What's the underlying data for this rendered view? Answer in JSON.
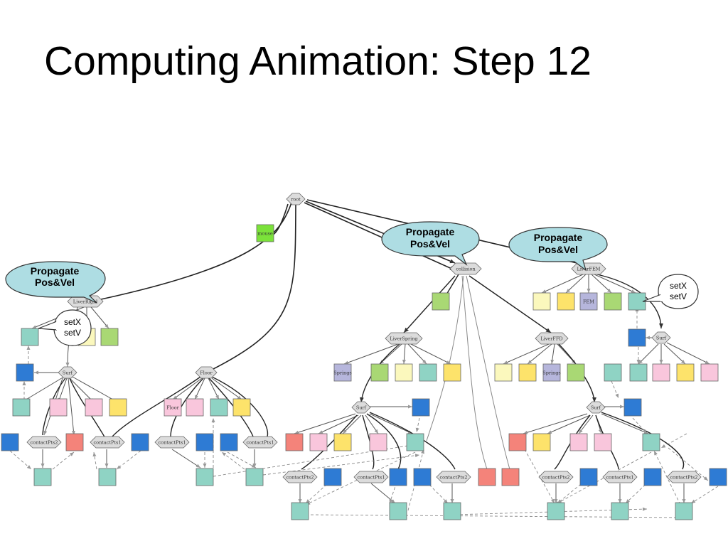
{
  "slide": {
    "title": "Computing Animation: Step 12"
  },
  "labels": {
    "root": "root",
    "mouse": "mouse",
    "liverRigid": "LiverRigid",
    "collision": "collision",
    "liverSpring": "LiverSpring",
    "liverFFD": "LiverFFD",
    "liverFEM": "LiverFEM",
    "floor": "Floor",
    "surf": "Surf",
    "springs": "Springs",
    "fem": "FEM",
    "contactPts1": "contactPts1",
    "contactPts2": "contactPts2"
  },
  "callouts": {
    "propagate": "Propagate",
    "posvel": "Pos&Vel",
    "setx": "setX",
    "setv": "setV"
  },
  "colors": {
    "teal": "#8fd3c4",
    "blue": "#2e7bd4",
    "pink": "#f9c6dc",
    "yellow": "#fde36b",
    "paleYellow": "#fbf8bd",
    "green": "#a9d874",
    "salmon": "#f4837a",
    "lavender": "#b6b6dc",
    "mouseGreen": "#7be23a",
    "hexFill": "#dcdcdc",
    "calloutFill": "#aedde3"
  }
}
